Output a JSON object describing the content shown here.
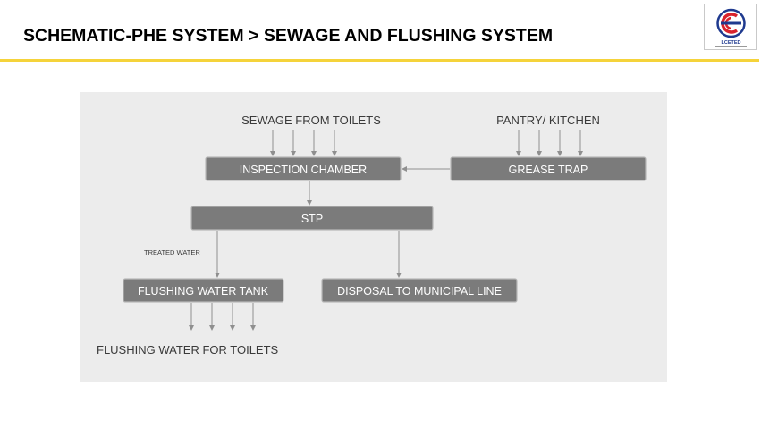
{
  "header": {
    "title": "SCHEMATIC-PHE SYSTEM > SEWAGE AND FLUSHING SYSTEM",
    "logo_text": "LCETED"
  },
  "diagram": {
    "nodes": {
      "sewage_source": "SEWAGE FROM TOILETS",
      "pantry_source": "PANTRY/ KITCHEN",
      "inspection_chamber": "INSPECTION CHAMBER",
      "grease_trap": "GREASE TRAP",
      "stp": "STP",
      "flushing_tank": "FLUSHING WATER TANK",
      "disposal": "DISPOSAL TO MUNICIPAL LINE",
      "flushing_output": "FLUSHING WATER FOR TOILETS"
    },
    "edge_labels": {
      "treated_water": "TREATED WATER"
    },
    "edges": [
      {
        "from": "sewage_source",
        "to": "inspection_chamber"
      },
      {
        "from": "pantry_source",
        "to": "grease_trap"
      },
      {
        "from": "grease_trap",
        "to": "inspection_chamber"
      },
      {
        "from": "inspection_chamber",
        "to": "stp"
      },
      {
        "from": "stp",
        "to": "flushing_tank",
        "label": "treated_water"
      },
      {
        "from": "stp",
        "to": "disposal"
      },
      {
        "from": "flushing_tank",
        "to": "flushing_output"
      }
    ]
  },
  "colors": {
    "box_fill": "#7b7b7b",
    "box_border": "#b8b8b8",
    "panel_bg": "#ececec",
    "arrow": "#8f8f8f",
    "accent_rule": "#f5d33a",
    "logo_red": "#d9232d",
    "logo_blue": "#1f3a8f"
  }
}
